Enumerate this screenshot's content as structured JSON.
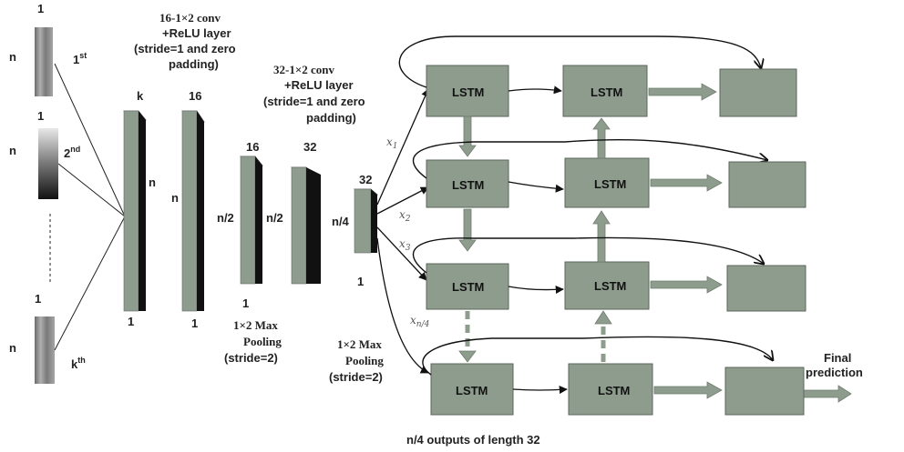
{
  "input": {
    "n_label": "n",
    "one_label": "1",
    "first": "1",
    "first_sup": "st",
    "second": "2",
    "second_sup": "nd",
    "kth": "k",
    "kth_sup": "th"
  },
  "conv16": {
    "title_line1": "16-1×2 conv",
    "title_line2": "+ReLU layer",
    "title_line3": "(stride=1 and zero",
    "title_line4": "padding)",
    "k": "k",
    "n": "n",
    "one": "1"
  },
  "conv16b": {
    "top": "16",
    "n": "n",
    "one": "1"
  },
  "pool1": {
    "top": "16",
    "n": "n/2",
    "one": "1",
    "title_line1": "1×2 Max",
    "title_line2": "Pooling",
    "title_line3": "(stride=2)"
  },
  "conv32": {
    "top": "32",
    "n": "n/2",
    "title_line1": "32-1×2 conv",
    "title_line2": "+ReLU layer",
    "title_line3": "(stride=1 and zero",
    "title_line4": "padding)"
  },
  "pool2": {
    "top": "32",
    "n": "n/4",
    "one": "1",
    "title_line1": "1×2 Max",
    "title_line2": "Pooling",
    "title_line3": "(stride=2)"
  },
  "lstm": {
    "cell_label": "LSTM",
    "x1": "x",
    "x1_sub": "1",
    "x2": "x",
    "x2_sub": "2",
    "x3": "x",
    "x3_sub": "3",
    "xn": "x",
    "xn_sub": "n/4"
  },
  "outputs": {
    "final_line1": "Final",
    "final_line2": "prediction",
    "caption": "n/4 outputs of length 32"
  },
  "colors": {
    "box_fill": "#8e9c8e",
    "box_stroke": "#5a665a",
    "arrow_fill": "#8e9c8e",
    "layer_face": "#8e9c8e",
    "layer_dark": "#111111"
  }
}
